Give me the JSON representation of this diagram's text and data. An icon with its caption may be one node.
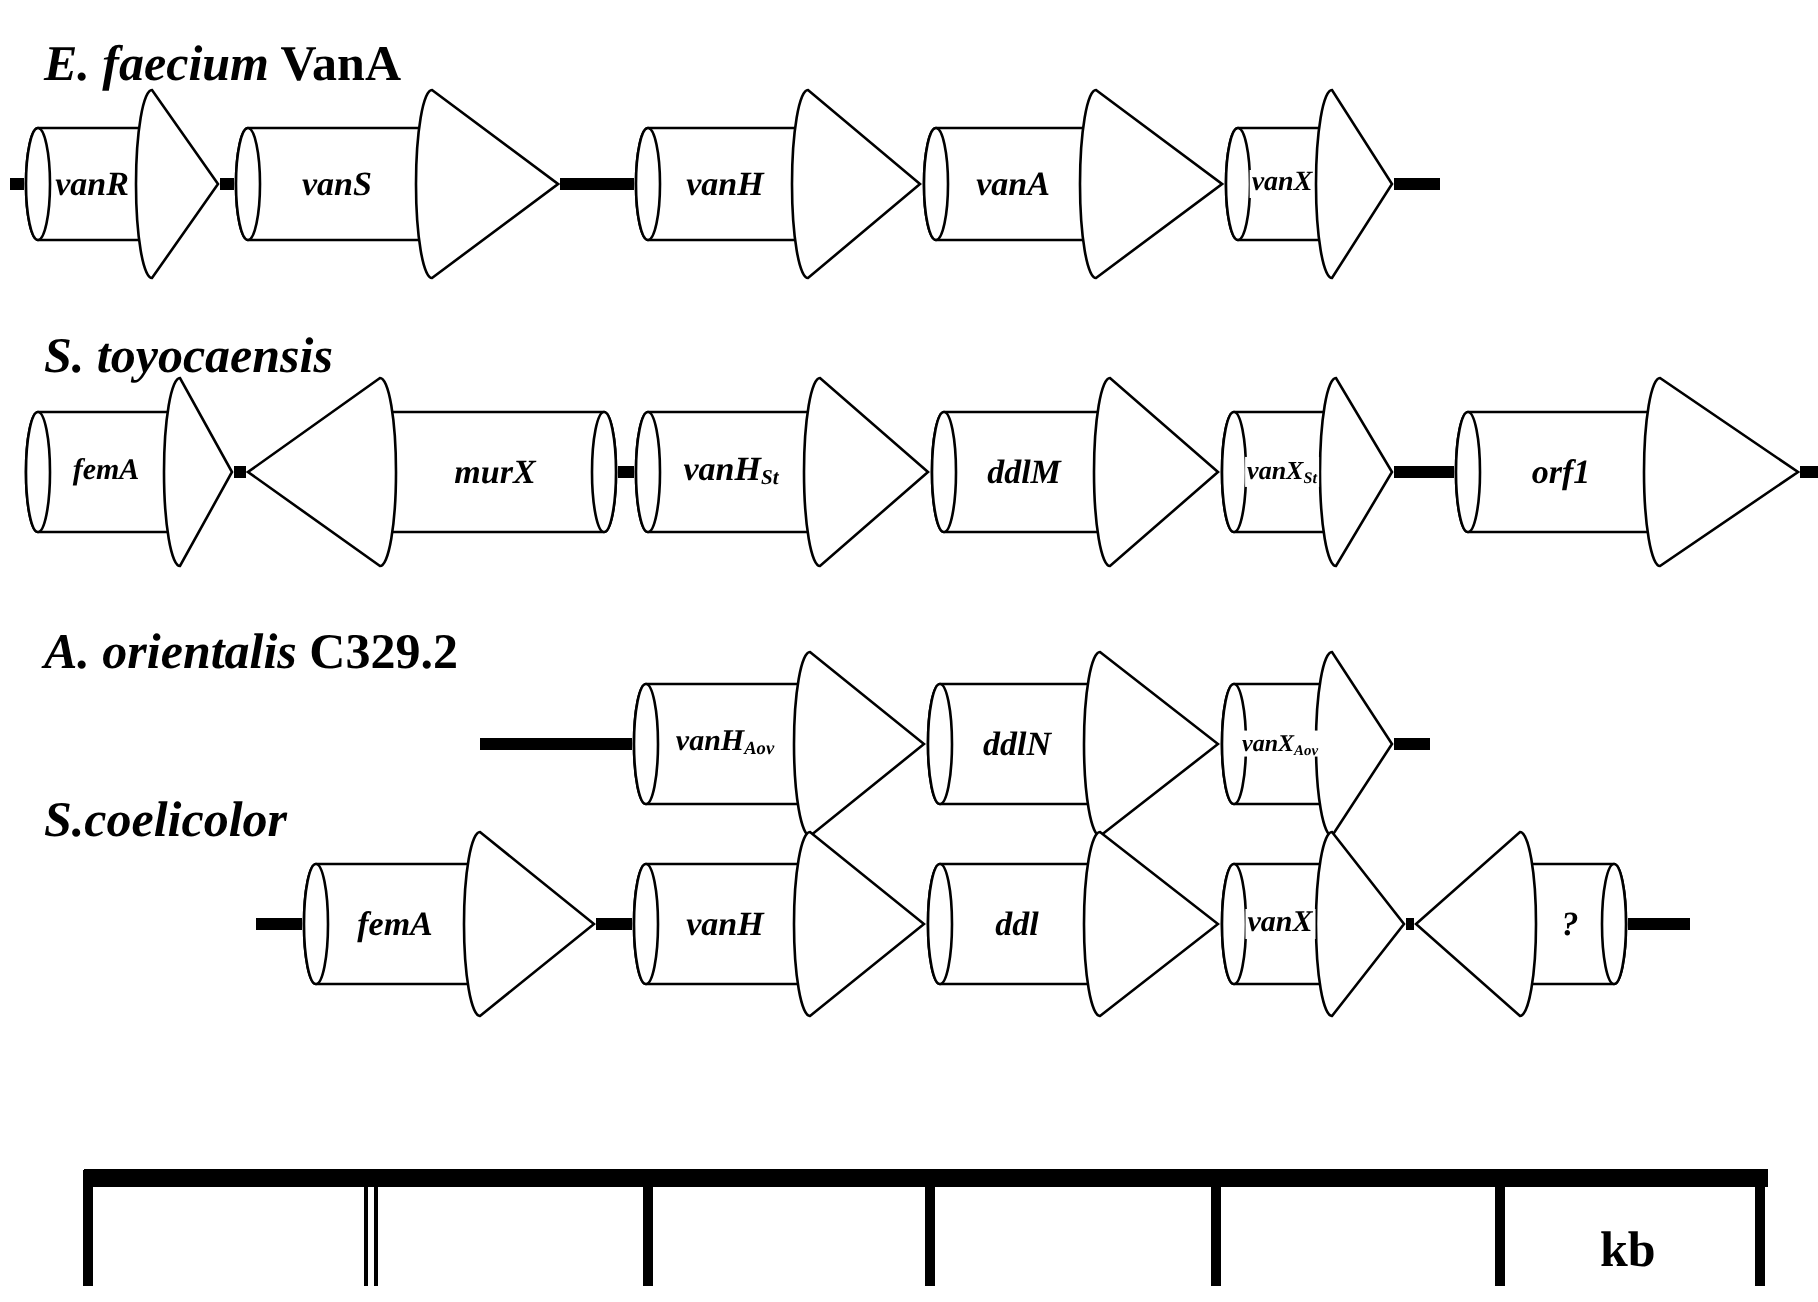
{
  "diagram": {
    "nodes": [
      {
        "text": [
          "vanR"
        ]
      },
      {
        "text": [
          "vanS"
        ]
      },
      {
        "text": [
          "vanH"
        ]
      },
      {
        "text": [
          "vanA"
        ]
      },
      {
        "text": [
          "vanX"
        ]
      },
      {
        "text": [
          "femA"
        ]
      },
      {
        "text": [
          "murX"
        ]
      },
      {
        "text": [
          "vanH$_{St}$"
        ]
      },
      {
        "text": [
          "ddlM"
        ]
      },
      {
        "text": [
          "vanX$_{St}$"
        ]
      },
      {
        "text": [
          "orf1"
        ]
      },
      {
        "text": [
          "vanH$_{Aov}$"
        ]
      },
      {
        "text": [
          "ddlN"
        ]
      },
      {
        "text": [
          "vanX$_{Aov}$"
        ]
      },
      {
        "text": [
          "femA"
        ]
      },
      {
        "text": [
          "vanH"
        ]
      },
      {
        "text": [
          "ddl"
        ]
      },
      {
        "text": [
          "vanX"
        ]
      },
      {
        "text": [
          "?"
        ]
      }
    ],
    "edges": [
      {
        "from": null,
        "to": 0,
        "arrow": "none"
      },
      {
        "from": 0,
        "to": 1,
        "arrow": "none"
      },
      {
        "from": 1,
        "to": 2,
        "arrow": "none"
      },
      {
        "from": 4,
        "to": null,
        "arrow": "none"
      },
      {
        "from": 5,
        "to": 6,
        "arrow": "none"
      },
      {
        "from": 6,
        "to": 7,
        "arrow": "none"
      },
      {
        "from": 9,
        "to": 10,
        "arrow": "none"
      },
      {
        "from": 10,
        "to": null,
        "arrow": "none"
      },
      {
        "from": null,
        "to": 11,
        "arrow": "none"
      },
      {
        "from": 13,
        "to": null,
        "arrow": "none"
      },
      {
        "from": null,
        "to": 14,
        "arrow": "none"
      },
      {
        "from": 14,
        "to": 15,
        "arrow": "none"
      },
      {
        "from": 17,
        "to": 18,
        "arrow": "none"
      },
      {
        "from": 18,
        "to": null,
        "arrow": "none"
      }
    ],
    "labels": [
      "*E. faecium* VanA",
      "S. toyocaensis",
      "*A. orientalis* C329.2",
      "S.coelicolor",
      "kb"
    ]
  }
}
